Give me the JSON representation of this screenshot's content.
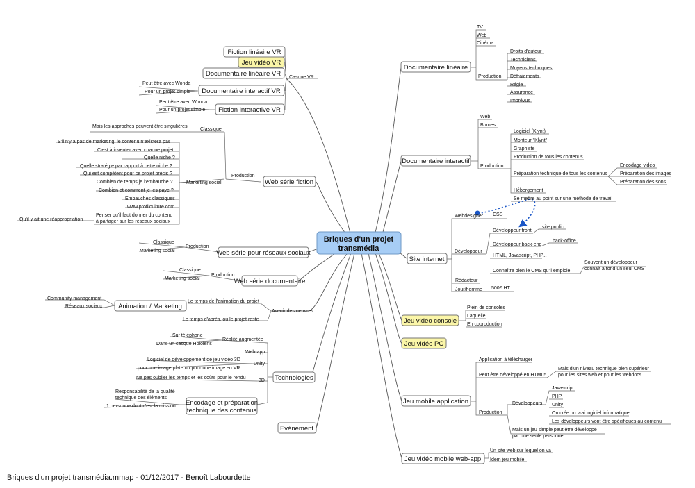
{
  "footer": "Briques d'un projet transmédia.mmap - 01/12/2017 - Benoît Labourdette",
  "colors": {
    "center_fill": "#a7cdf5",
    "highlight": "#fbf6a8",
    "line": "#555555",
    "dashed_link": "#1a56c7"
  },
  "center": [
    "Briques d'un projet",
    "transmédia"
  ],
  "nodes": {
    "casque_vr": "Casque VR",
    "fiction_lineaire_vr": "Fiction linéaire VR",
    "jeu_video_vr": "Jeu vidéo VR",
    "doc_lineaire_vr": "Documentaire linéaire VR",
    "doc_interactif_vr": "Documentaire interactif VR",
    "dvr_note1": "Peut être avec Wonda",
    "dvr_note2": "Pour un projet simple",
    "fiction_interactive_vr": "Fiction interactive VR",
    "fivr_note1": "Peut être avec Wonda",
    "fivr_note2": "Pour un projet simple",
    "web_serie_fiction": "Web série fiction",
    "wsf_production": "Production",
    "wsf_classique": "Classique",
    "wsf_classique_note": "Mais les approches peuvent être singulières",
    "wsf_marketing": "Marketing social",
    "wsf_m1": "S'il n'y a pas de marketing, le contenu n'existera pas",
    "wsf_m2": "C'est à inventer avec chaque projet",
    "wsf_m3": "Quelle niche ?",
    "wsf_m4": "Quelle stratégie par rapport à cette niche ?",
    "wsf_m5": "Qui est compétent pour ce projet précis ?",
    "wsf_m6": "Combien de temps je l'embauche ?",
    "wsf_m7": "Combien et comment je les paye ?",
    "wsf_m8": "Embauches classiques",
    "wsf_m9": "www.profilculture.com",
    "wsf_m10a": "Penser qu'il faut donner du contenu",
    "wsf_m10b": "à partager sur les réseaux sociaux",
    "wsf_m11": "Qu'il y ait une réappropriation",
    "ws_reseaux": "Web série pour réseaux sociaux",
    "wsr_production": "Production",
    "wsr_classique": "Classique",
    "wsr_marketing": "Marketing social",
    "ws_doc": "Web série documentaire",
    "wsd_production": "Production",
    "wsd_classique": "Classique",
    "wsd_marketing": "Marketing social",
    "avenir": "Avenir des oeuvres",
    "av_temps1": "Le temps de l'animation du projet",
    "av_temps2": "Le temps d'après, ou le projet reste",
    "animation": "Animation / Marketing",
    "anim_cm": "Community management",
    "anim_rs": "Réseaux sociaux",
    "technologies": "Technologies",
    "tech_ra": "Réalité augmentée",
    "tech_ra1": "Sur téléphone",
    "tech_ra2": "Dans un casque Hololens",
    "tech_webapp": "Web-app",
    "tech_unity": "Unity",
    "tech_u1": "Logiciel de développement de jeu vidéo 3D",
    "tech_u2": "pour une image plate ou pour une image en VR",
    "tech_3d": "3D",
    "tech_3d1": "Ne pas oublier les temps et les coûts pour le rendu",
    "encodage1": "Encodage et préparation",
    "encodage2": "technique des contenus",
    "enc_n1a": "Responsabilité de la qualité",
    "enc_n1b": "technique des éléments",
    "enc_n2": "1 personne dont c'est la mission",
    "evenement": "Evénement",
    "doc_lineaire": "Documentaire linéaire",
    "dl_tv": "TV",
    "dl_web": "Web",
    "dl_cinema": "Cinéma",
    "dl_production": "Production",
    "dl_p1": "Droits d'auteur",
    "dl_p2": "Techniciens",
    "dl_p3": "Moyens techniques",
    "dl_p4": "Défraiements",
    "dl_p5": "Régie",
    "dl_p6": "Assurance",
    "dl_p7": "Imprévus",
    "doc_interactif": "Documentaire interactif",
    "di_web": "Web",
    "di_bornes": "Bornes",
    "di_production": "Production",
    "di_p1": "Logiciel (Klynt)",
    "di_p2": "Monteur \"Klynt\"",
    "di_p3": "Graphiste",
    "di_p4": "Production de tous les contenus",
    "di_p5": "Préparation technique de tous les contenus",
    "di_p5a": "Encodage vidéo",
    "di_p5b": "Préparation des images",
    "di_p5c": "Préparation des sons",
    "di_p6": "Hébergement",
    "di_p7": "Se mettre au point sur une méthode de travail",
    "site_internet": "Site internet",
    "si_webdesigner": "Webdesigner",
    "si_css": "CSS",
    "si_developpeur": "Développeur",
    "si_front": "Développeur front",
    "si_front_n": "site public",
    "si_back": "Développeur back-end",
    "si_back_n": "back-office",
    "si_html": "HTML, Javascript, PHP...",
    "si_cms": "Connaître bien le CMS qu'il emploie",
    "si_cms_n1": "Souvent un développeur",
    "si_cms_n2": "connaît à fond un seul CMS",
    "si_redacteur": "Rédacteur",
    "si_jour": "Jour/homme",
    "si_jour_n": "500€ HT",
    "jeu_console": "Jeu vidéo console",
    "jc1": "Plein de consoles",
    "jc2": "Laquelle",
    "jc3": "En coproduction",
    "jeu_pc": "Jeu vidéo PC",
    "jeu_mobile": "Jeu mobile application",
    "jm_app": "Application à télécharger",
    "jm_html5": "Peut être développé en HTML5",
    "jm_html5_n1": "Mais d'un niveau technique bien supérieur",
    "jm_html5_n2": "pour les sites web et pour les webdocs",
    "jm_production": "Production",
    "jm_dev": "Développeurs",
    "jm_d1": "Javascript",
    "jm_d2": "PHP",
    "jm_d3": "Unity",
    "jm_d4": "On crée un vrai logiciel informatique",
    "jm_d5": "Les développeurs vont être spécifiques au contenu",
    "jm_simple1": "Mais un jeu simple peut être développé",
    "jm_simple2": "par une seule personne",
    "jeu_mobile_web": "Jeu vidéo mobile web-app",
    "jmw1": "Un site web sur lequel on va",
    "jmw2": "Idem jeu mobile"
  }
}
